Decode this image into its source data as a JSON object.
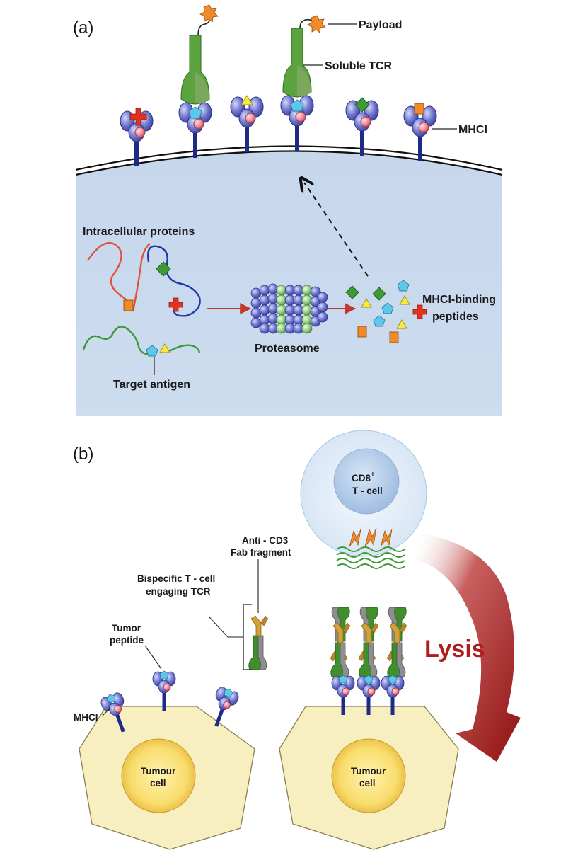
{
  "panel_a": {
    "letter": "(a)",
    "labels": {
      "payload": "Payload",
      "soluble_tcr": "Soluble TCR",
      "mhci": "MHCI",
      "intracellular_proteins": "Intracellular proteins",
      "proteasome": "Proteasome",
      "mhci_binding_1": "MHCI-binding",
      "mhci_binding_2": "peptides",
      "target_antigen": "Target antigen"
    }
  },
  "panel_b": {
    "letter": "(b)",
    "labels": {
      "cd8": "CD8",
      "cd8_sup": "+",
      "tcell": "T - cell",
      "anti_cd3_1": "Anti - CD3",
      "anti_cd3_2": "Fab fragment",
      "bispecific_1": "Bispecific T - cell",
      "bispecific_2": "engaging TCR",
      "tumor_peptide_1": "Tumor",
      "tumor_peptide_2": "peptide",
      "mhci": "MHCI",
      "tumour_1": "Tumour",
      "tumour_2": "cell",
      "lysis": "Lysis"
    }
  },
  "colors": {
    "cell_interior": "#c9d9ee",
    "mhc_purple": "#6d74c9",
    "tcr_green": "#3f8f2d",
    "tumour_fill": "#f7efbf",
    "nucleus": "#f5d86a",
    "lysis_red": "#a01818",
    "payload_orange": "#f08a2a"
  }
}
